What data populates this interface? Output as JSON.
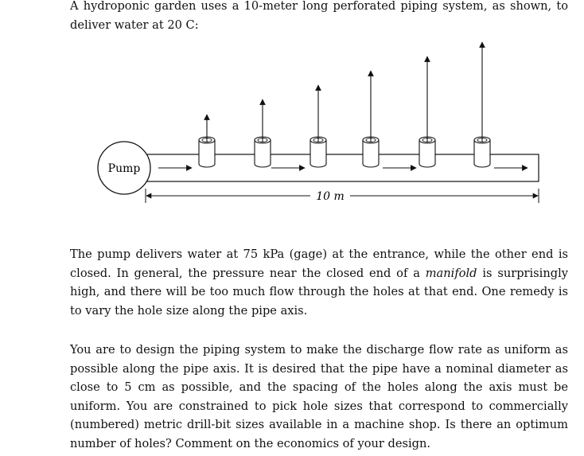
{
  "intro": {
    "text": "A hydroponic garden uses a 10-meter long perforated piping system, as shown, to deliver water at 20 C:"
  },
  "figure": {
    "pump_label": "Pump",
    "dimension_label": "10 m"
  },
  "paragraphs": [
    {
      "before": "The pump delivers water at 75 kPa (gage) at the entrance, while the other end is closed. In general, the pressure near the closed end of a ",
      "emphasis": "manifold",
      "after": " is surprisingly high, and there will be too much flow through the holes at that end. One remedy is to vary the hole size along the pipe axis."
    },
    {
      "text": "You are to design the piping system to make the discharge flow rate as uniform as possible along the pipe axis. It is desired that the pipe have a nominal diameter as close to 5 cm as possible, and the spacing of the holes along the axis must be uniform. You are constrained to pick hole sizes that correspond to commercially (numbered) metric drill-bit sizes available in a machine shop. Is there an optimum number of holes? Comment on the economics of your design."
    }
  ],
  "colors": {
    "ink": "#111111",
    "background": "#ffffff"
  }
}
